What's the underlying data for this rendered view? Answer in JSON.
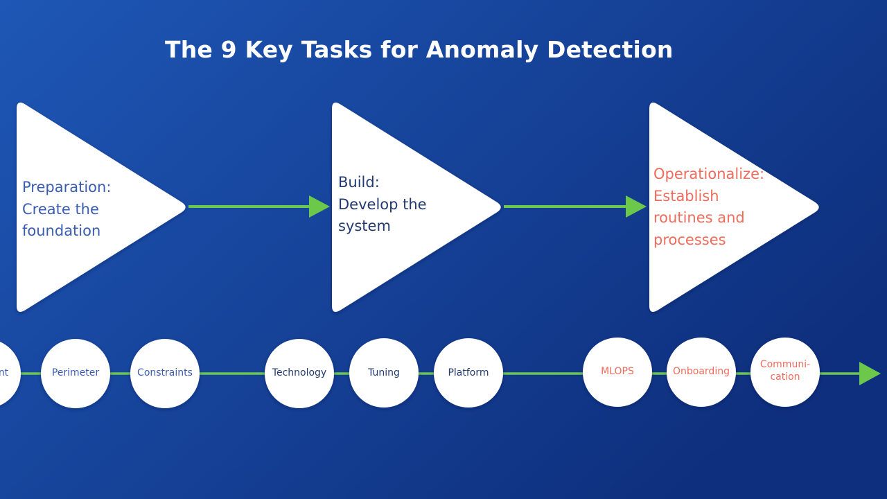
{
  "title": "The 9 Key Tasks for Anomaly Detection",
  "colors": {
    "background_light": "#1e57b6",
    "background_dark": "#0e2f7d",
    "shape_fill": "#ffffff",
    "arrow_green": "#6bc84a",
    "text_blue": "#3a5db0",
    "text_navy": "#233a6e",
    "text_red": "#ef6b5c"
  },
  "phases": [
    {
      "lines": [
        "Preparation:",
        "Create the",
        "foundation"
      ],
      "color": "#3a5db0"
    },
    {
      "lines": [
        "Build:",
        "Develop the",
        "system"
      ],
      "color": "#233a6e"
    },
    {
      "lines": [
        "Operationalize:",
        "Establish",
        "routines and",
        "processes"
      ],
      "color": "#ef6b5c"
    }
  ],
  "tasks": [
    {
      "lines": [
        "nt"
      ],
      "color": "#3a5db0",
      "icon": ""
    },
    {
      "lines": [
        "Perimeter"
      ],
      "color": "#3a5db0"
    },
    {
      "lines": [
        "Constraints"
      ],
      "color": "#3a5db0"
    },
    {
      "lines": [
        "Technology"
      ],
      "color": "#233a6e"
    },
    {
      "lines": [
        "Tuning"
      ],
      "color": "#233a6e"
    },
    {
      "lines": [
        "Platform"
      ],
      "color": "#233a6e"
    },
    {
      "lines": [
        "MLOPS"
      ],
      "color": "#ef6b5c"
    },
    {
      "lines": [
        "Onboarding"
      ],
      "color": "#ef6b5c"
    },
    {
      "lines": [
        "Communi-",
        "cation"
      ],
      "color": "#ef6b5c"
    }
  ]
}
